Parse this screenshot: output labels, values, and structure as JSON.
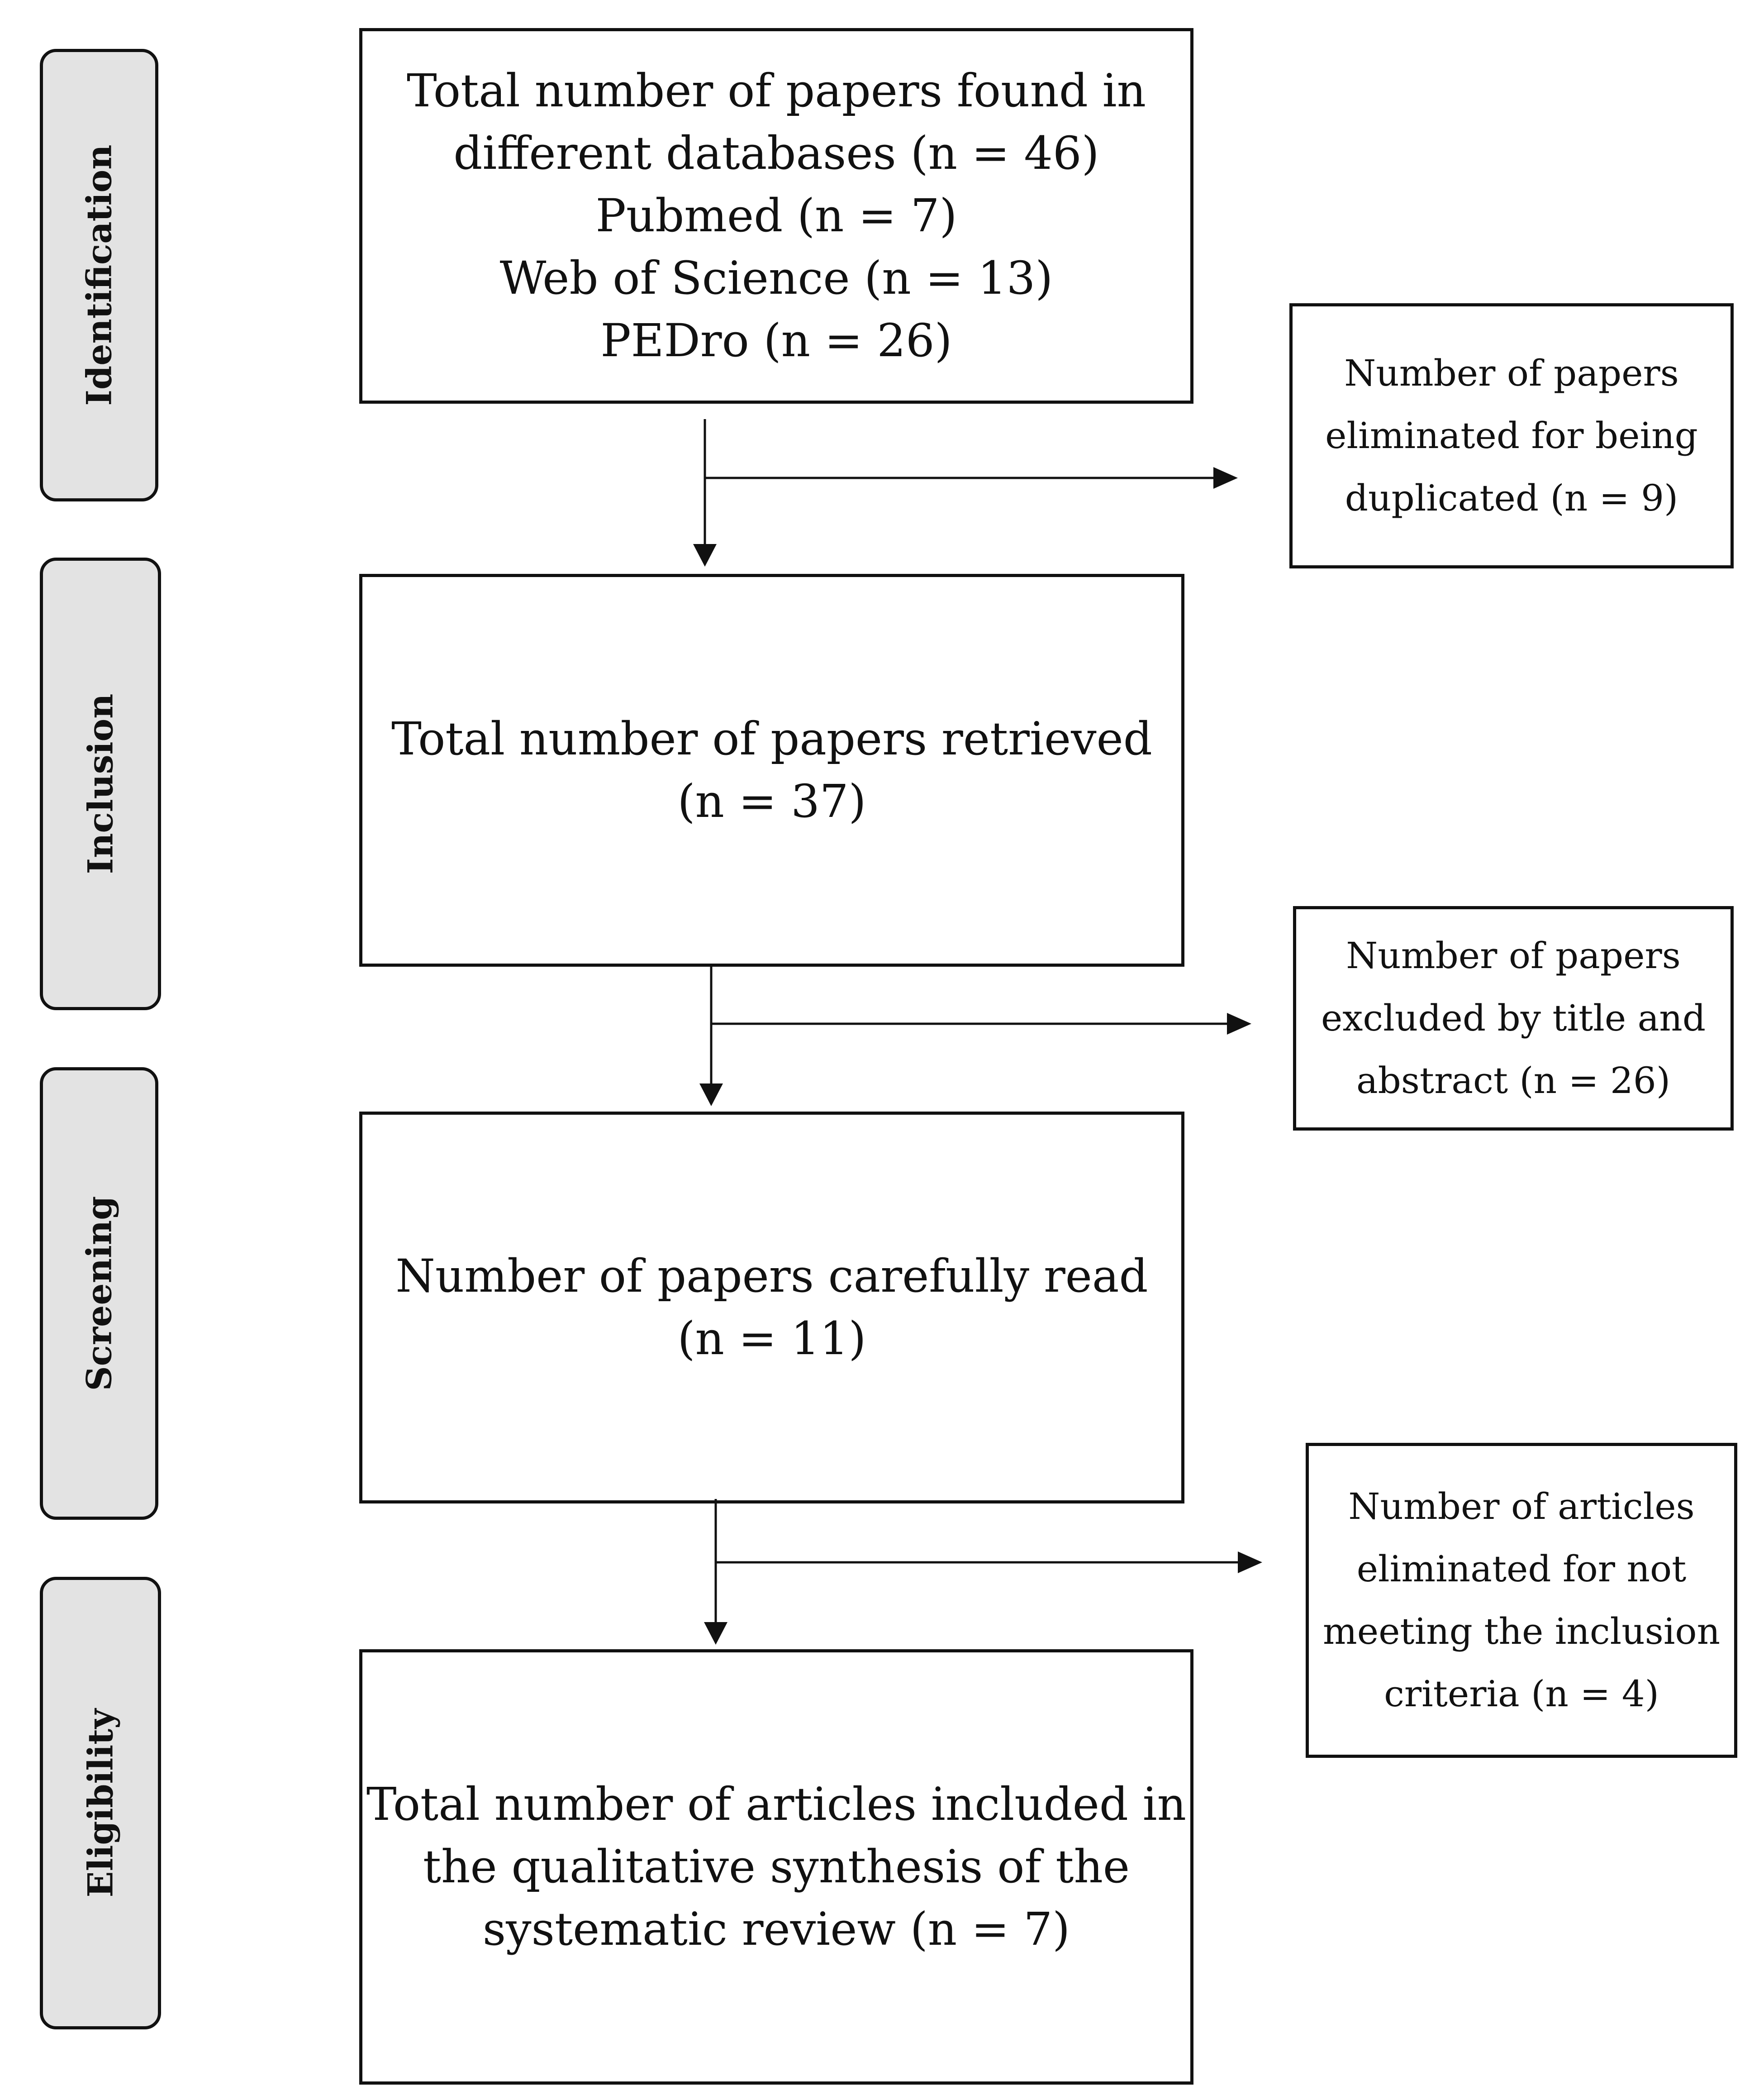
{
  "stages": [
    {
      "id": "identification",
      "label": "Identification"
    },
    {
      "id": "inclusion",
      "label": "Inclusion"
    },
    {
      "id": "screening",
      "label": "Screening"
    },
    {
      "id": "eligibility",
      "label": "Eligibility"
    }
  ],
  "main_boxes": [
    {
      "lines": [
        "Total number of papers found in",
        "different databases (n = 46)",
        "Pubmed (n = 7)",
        "Web of Science (n = 13)",
        "PEDro (n = 26)"
      ]
    },
    {
      "lines": [
        "Total number of papers retrieved",
        "(n = 37)"
      ]
    },
    {
      "lines": [
        "Number of papers carefully read",
        "(n = 11)"
      ]
    },
    {
      "lines": [
        "Total number of articles included in",
        "the qualitative synthesis of the",
        "systematic review (n = 7)"
      ]
    }
  ],
  "side_boxes": [
    {
      "lines": [
        "Number of papers",
        "eliminated for being",
        "duplicated (n = 9)"
      ]
    },
    {
      "lines": [
        "Number of papers",
        "excluded by title and",
        "abstract (n = 26)"
      ]
    },
    {
      "lines": [
        "Number of articles",
        "eliminated for not",
        "meeting the inclusion",
        "criteria (n = 4)"
      ]
    }
  ]
}
